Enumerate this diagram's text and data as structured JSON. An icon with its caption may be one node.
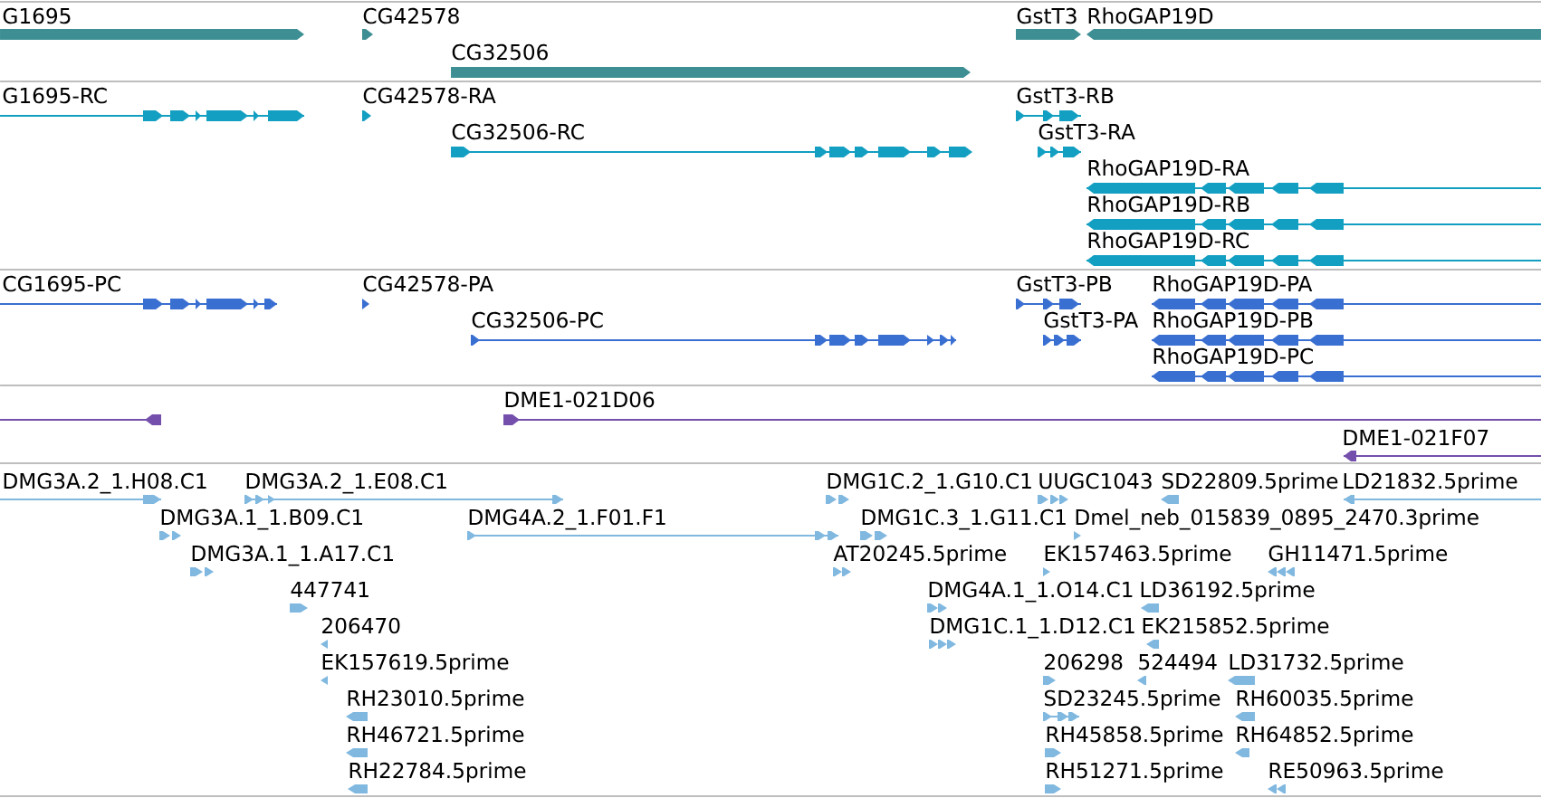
{
  "diagram": {
    "labels": [
      "G1695",
      "CG42578",
      "CG32506",
      "GstT3",
      "RhoGAP19D",
      "G1695-RC",
      "CG42578-RA",
      "CG32506-RC",
      "GstT3-RB",
      "GstT3-RA",
      "RhoGAP19D-RA",
      "RhoGAP19D-RB",
      "RhoGAP19D-RC",
      "CG1695-PC",
      "CG42578-PA",
      "CG32506-PC",
      "GstT3-PB",
      "RhoGAP19D-PA",
      "GstT3-PA",
      "RhoGAP19D-PB",
      "RhoGAP19D-PC",
      "DME1-021D06",
      "DME1-021F07",
      "DMG3A.2_1.H08.C1",
      "DMG3A.2_1.E08.C1",
      "DMG1C.2_1.G10.C1",
      "UUGC1043",
      "SD22809.5prime",
      "LD21832.5prime",
      "DMG3A.1_1.B09.C1",
      "DMG4A.2_1.F01.F1",
      "DMG1C.3_1.G11.C1",
      "Dmel_neb_015839_0895_2470.3prime",
      "DMG3A.1_1.A17.C1",
      "AT20245.5prime",
      "EK157463.5prime",
      "GH11471.5prime",
      "447741",
      "DMG4A.1_1.O14.C1",
      "LD36192.5prime",
      "206470",
      "DMG1C.1_1.D12.C1",
      "EK215852.5prime",
      "EK157619.5prime",
      "206298",
      "524494",
      "LD31732.5prime",
      "RH23010.5prime",
      "SD23245.5prime",
      "RH60035.5prime",
      "RH46721.5prime",
      "RH45858.5prime",
      "RH64852.5prime",
      "RH22784.5prime",
      "RH51271.5prime",
      "RE50963.5prime"
    ]
  }
}
